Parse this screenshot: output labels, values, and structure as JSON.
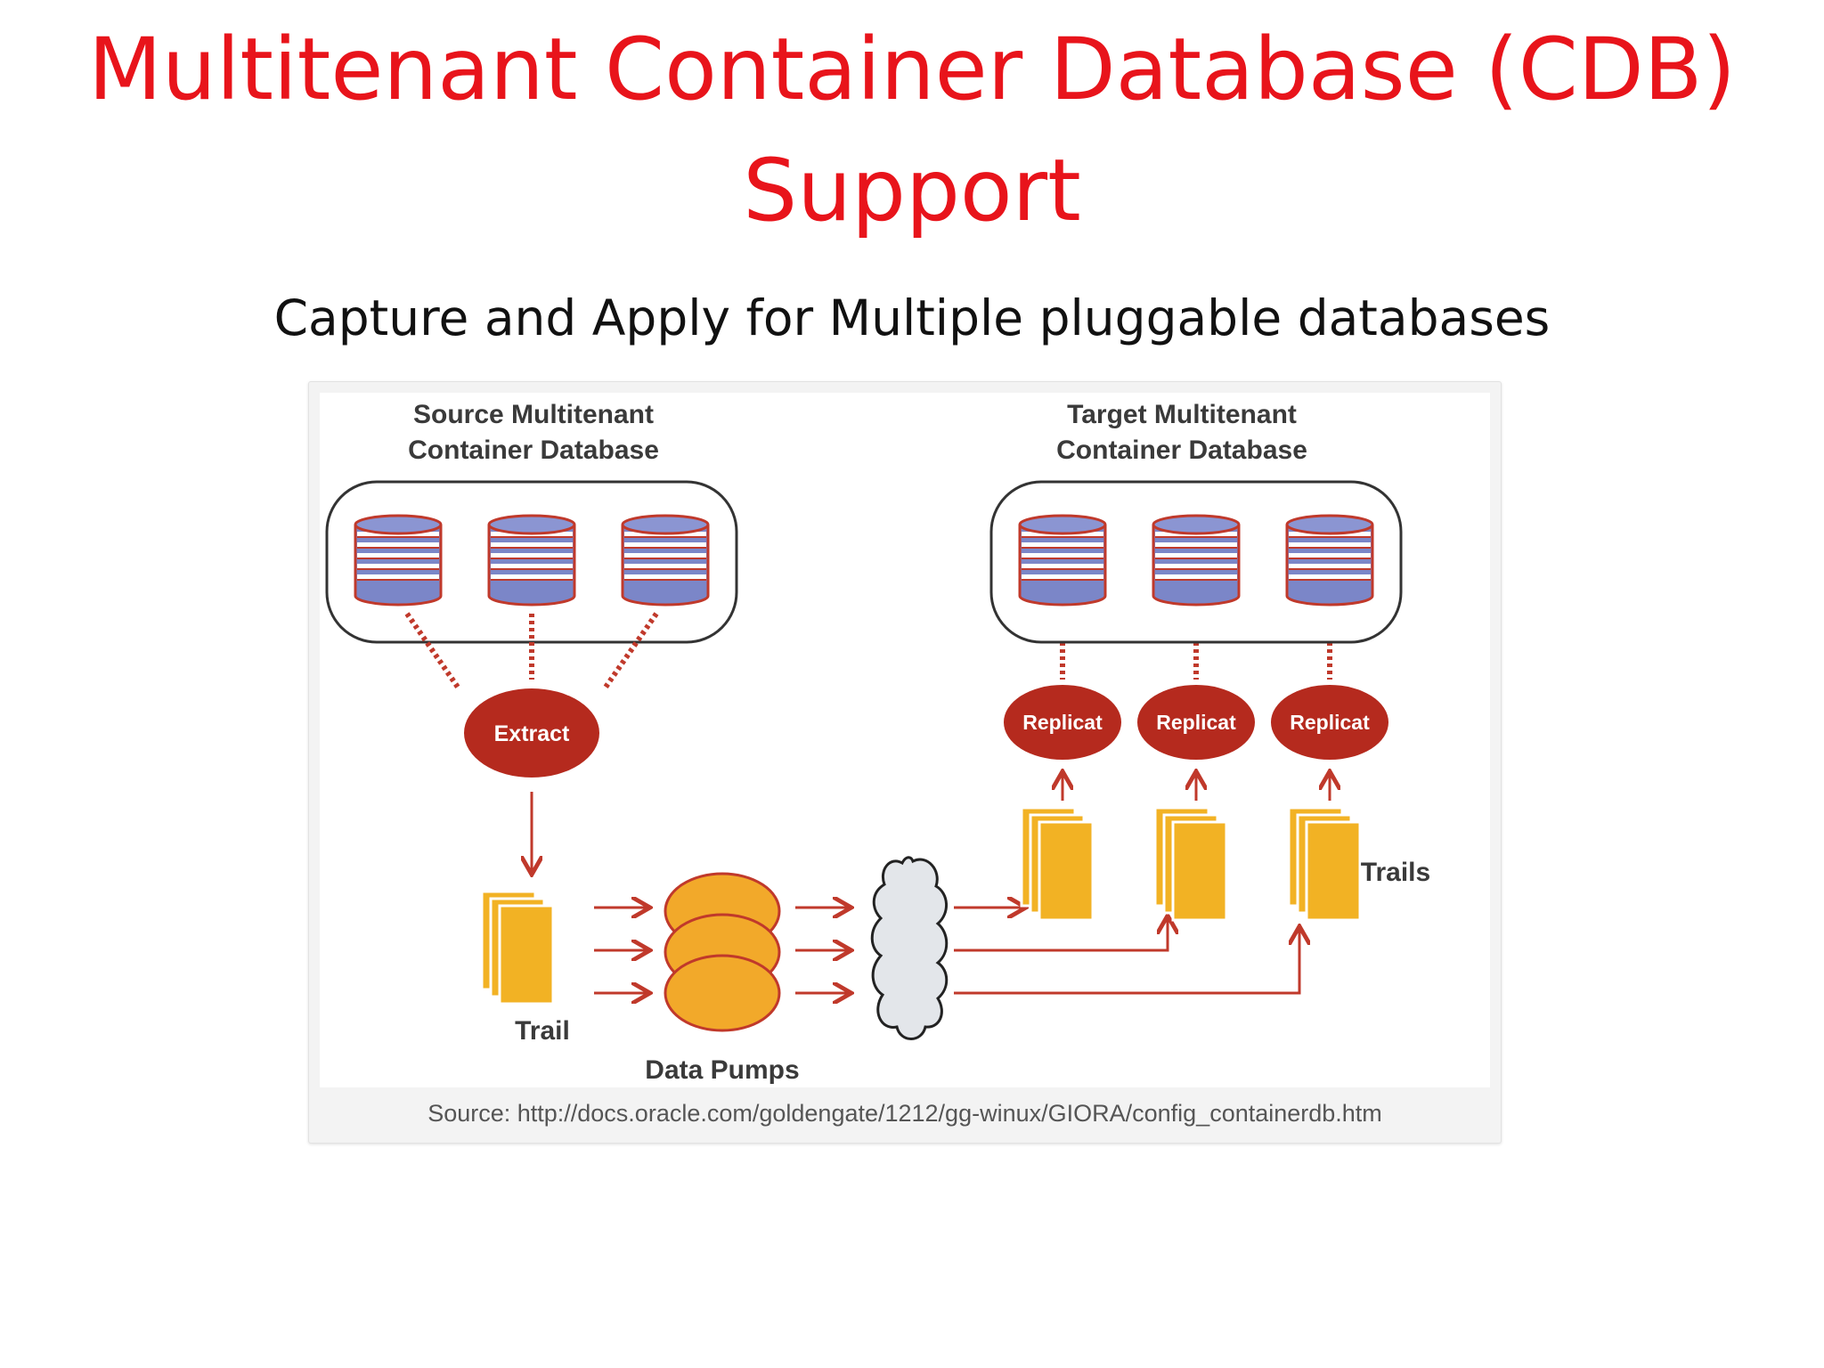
{
  "slide": {
    "title_line1": "Multitenant Container Database (CDB)",
    "title_line2": "Support",
    "subtitle": "Capture and Apply for Multiple pluggable databases"
  },
  "diagram": {
    "source_label_line1": "Source Multitenant",
    "source_label_line2": "Container Database",
    "target_label_line1": "Target Multitenant",
    "target_label_line2": "Container Database",
    "extract_label": "Extract",
    "replicat_labels": [
      "Replicat",
      "Replicat",
      "Replicat"
    ],
    "trail_label": "Trail",
    "data_pumps_label": "Data Pumps",
    "trails_label": "Trails",
    "source_caption": "Source: http://docs.oracle.com/goldengate/1212/gg-winux/GIORA/config_containerdb.htm"
  },
  "colors": {
    "title": "#e8141b",
    "process_node": "#b52a1e",
    "arrow": "#c0392b",
    "trail_file": "#f2b224",
    "pump": "#f2a92a",
    "database_stripe": "#7b86c8",
    "network_cloud": "#e3e6ea"
  }
}
